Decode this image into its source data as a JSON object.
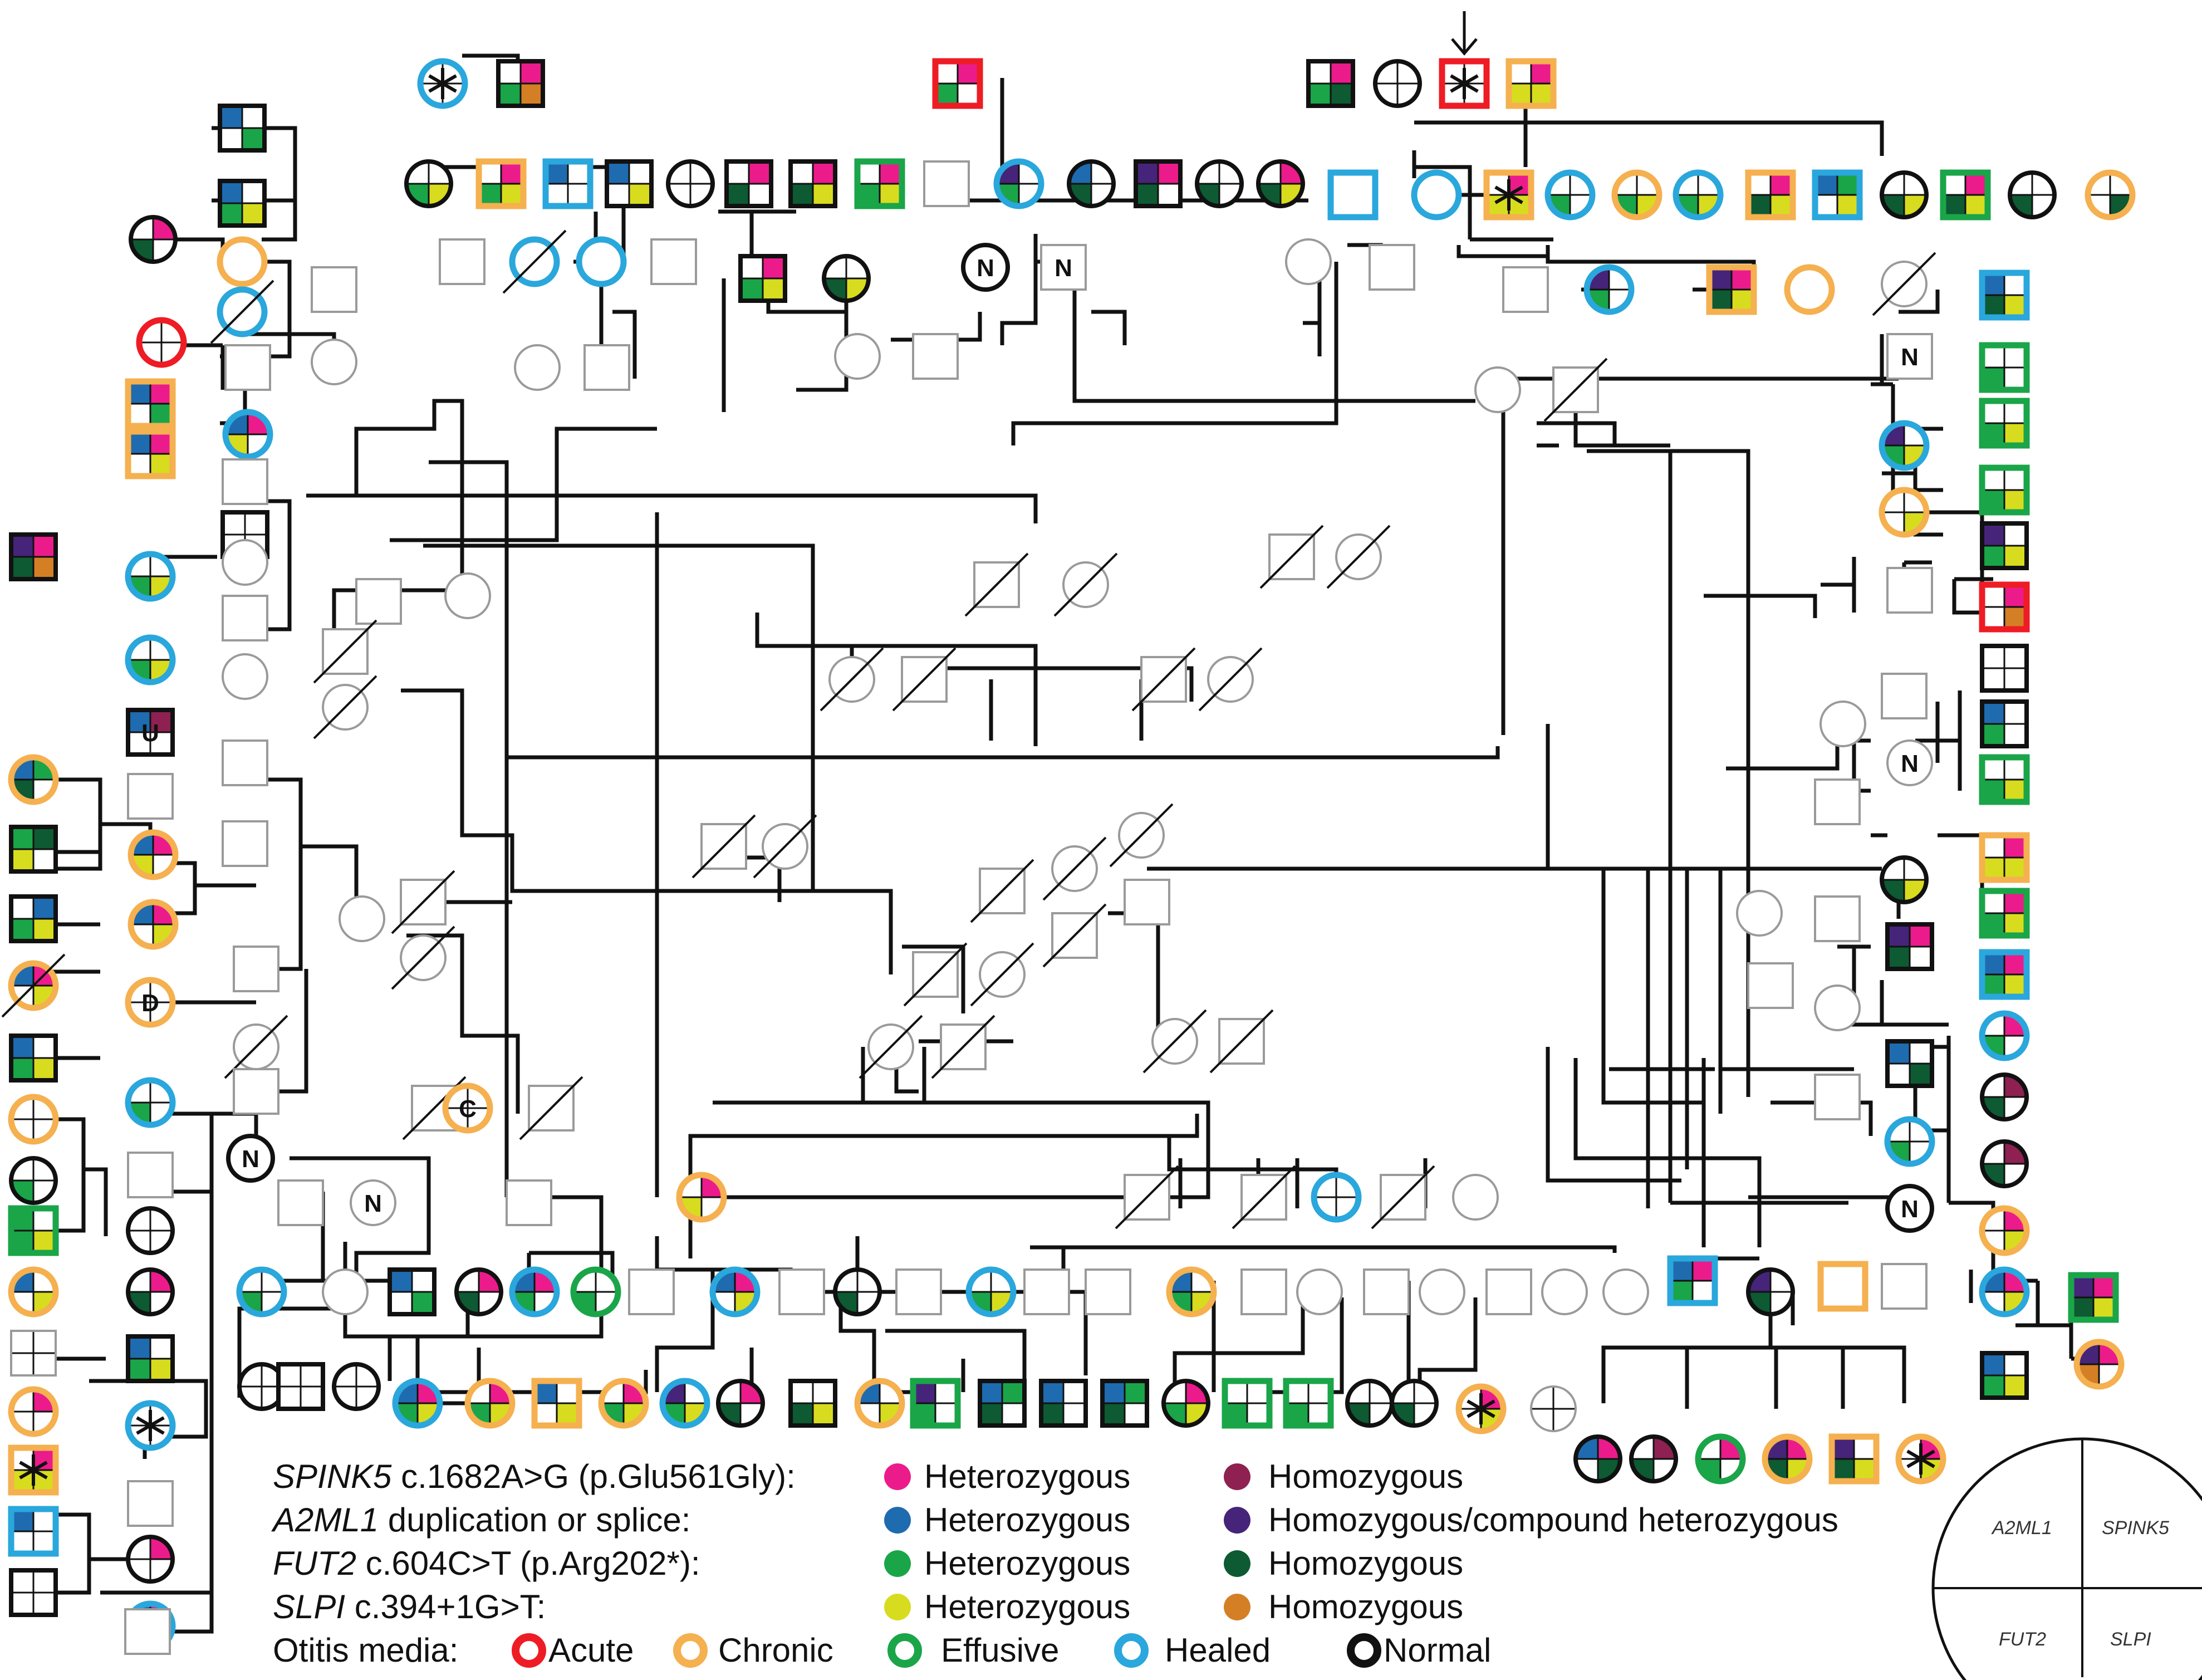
{
  "colors": {
    "SPINK5_het": "#ec1b8b",
    "SPINK5_hom": "#8e2152",
    "A2ML1_het": "#1f6bb0",
    "A2ML1_hom": "#46247a",
    "FUT2_het": "#1aa549",
    "FUT2_hom": "#0d5a33",
    "SLPI_het": "#d8dc1e",
    "SLPI_hom": "#d47f25",
    "om_acute": "#ee1c24",
    "om_chronic": "#f5b04f",
    "om_effusive": "#1aa549",
    "om_healed": "#2aa7dc",
    "om_normal": "#111111",
    "untested": "#9a9a9a"
  },
  "legend": {
    "rows": [
      {
        "gene": "SPINK5",
        "variant": " c.1682A>G (p.Glu561Gly):",
        "het_label": "Heterozygous",
        "hom_label": "Homozygous",
        "het_color": "#ec1b8b",
        "hom_color": "#8e2152"
      },
      {
        "gene": "A2ML1",
        "variant": " duplication or splice:",
        "het_label": "Heterozygous",
        "hom_label": "Homozygous/compound heterozygous",
        "het_color": "#1f6bb0",
        "hom_color": "#46247a"
      },
      {
        "gene": "FUT2",
        "variant": " c.604C>T (p.Arg202*):",
        "het_label": "Heterozygous",
        "hom_label": "Homozygous",
        "het_color": "#1aa549",
        "hom_color": "#0d5a33"
      },
      {
        "gene": "SLPI",
        "variant": " c.394+1G>T:",
        "het_label": "Heterozygous",
        "hom_label": "Homozygous",
        "het_color": "#d8dc1e",
        "hom_color": "#d47f25"
      }
    ],
    "otitis_title": "Otitis media:",
    "otitis": [
      {
        "label": "Acute",
        "color": "#ee1c24"
      },
      {
        "label": "Chronic",
        "color": "#f5b04f"
      },
      {
        "label": "Effusive",
        "color": "#1aa549"
      },
      {
        "label": "Healed",
        "color": "#2aa7dc"
      },
      {
        "label": "Normal",
        "color": "#111111"
      }
    ]
  },
  "quadrant_key": {
    "top_left": "A2ML1",
    "top_right": "SPINK5",
    "bottom_left": "FUT2",
    "bottom_right": "SLPI"
  },
  "marker_letters": {
    "N": "N",
    "U": "U",
    "D": "D",
    "C": "C"
  }
}
